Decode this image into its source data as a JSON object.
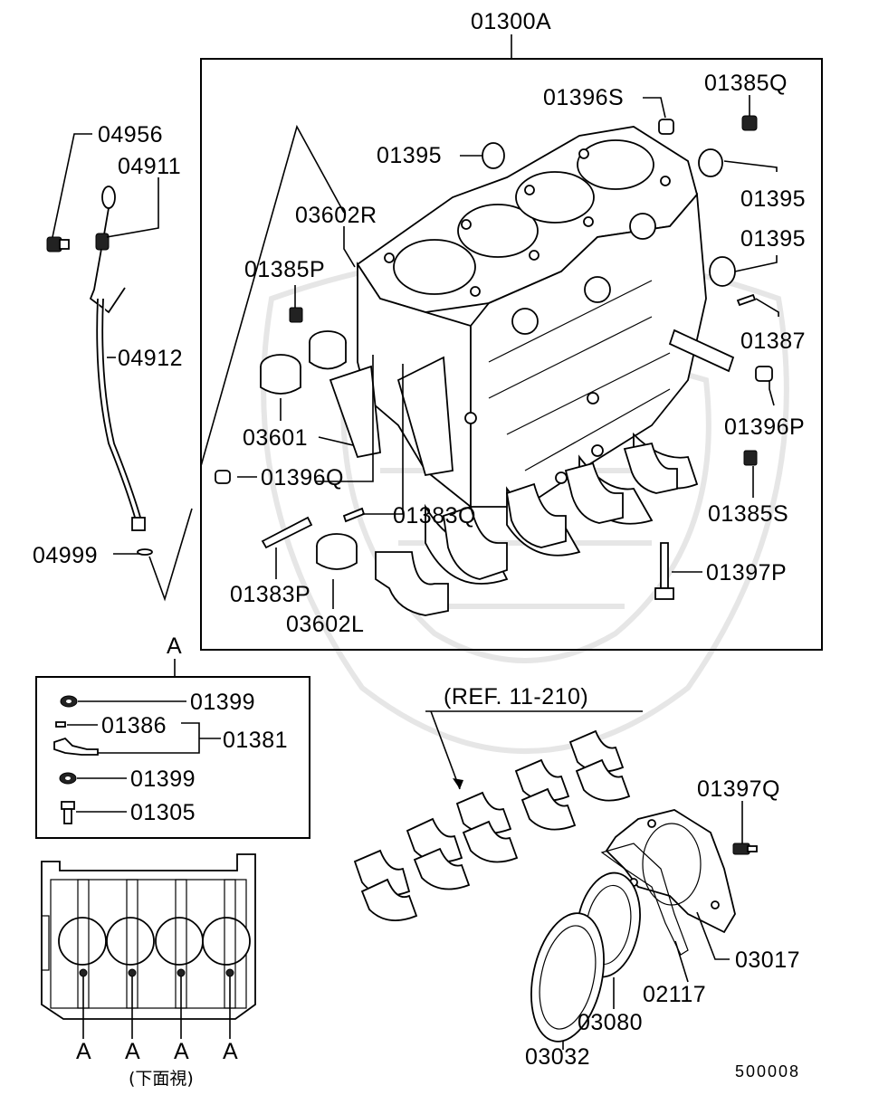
{
  "diagram": {
    "main_assembly_label": "01300A",
    "section_label": "A",
    "bottom_view_label": "(下面視)",
    "reference_note": "(REF. 11-210)",
    "figure_number": "500008",
    "bottom_view_markers": [
      "A",
      "A",
      "A",
      "A"
    ],
    "detail_a_parts": [
      "01399",
      "01386",
      "01381",
      "01399",
      "01305"
    ],
    "parts": {
      "p04956": "04956",
      "p04911": "04911",
      "p04912": "04912",
      "p04999": "04999",
      "p03602R": "03602R",
      "p01385P": "01385P",
      "p03601": "03601",
      "p01396Q": "01396Q",
      "p01383Q": "01383Q",
      "p01383P": "01383P",
      "p03602L": "03602L",
      "p01396S": "01396S",
      "p01385Q": "01385Q",
      "p01395a": "01395",
      "p01395b": "01395",
      "p01395c": "01395",
      "p01387": "01387",
      "p01396P": "01396P",
      "p01385S": "01385S",
      "p01397P": "01397P",
      "p01397Q": "01397Q",
      "p03017": "03017",
      "p02117": "02117",
      "p03080": "03080",
      "p03032": "03032"
    }
  }
}
